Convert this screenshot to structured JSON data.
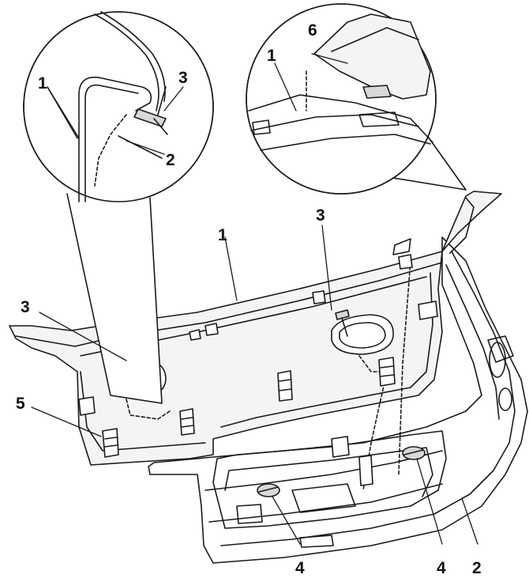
{
  "callouts": {
    "c1_top_left": "1",
    "c1_top_right": "1",
    "c1_main": "1",
    "c2_detail": "2",
    "c2_bottom": "2",
    "c3_detail": "3",
    "c3_mid": "3",
    "c3_left": "3",
    "c4_left": "4",
    "c4_right": "4",
    "c5": "5",
    "c6": "6"
  },
  "colors": {
    "line": "#1a1a1a",
    "background": "#ffffff",
    "panel_fill": "#f4f4f4",
    "shade": "#d8d8d8"
  }
}
